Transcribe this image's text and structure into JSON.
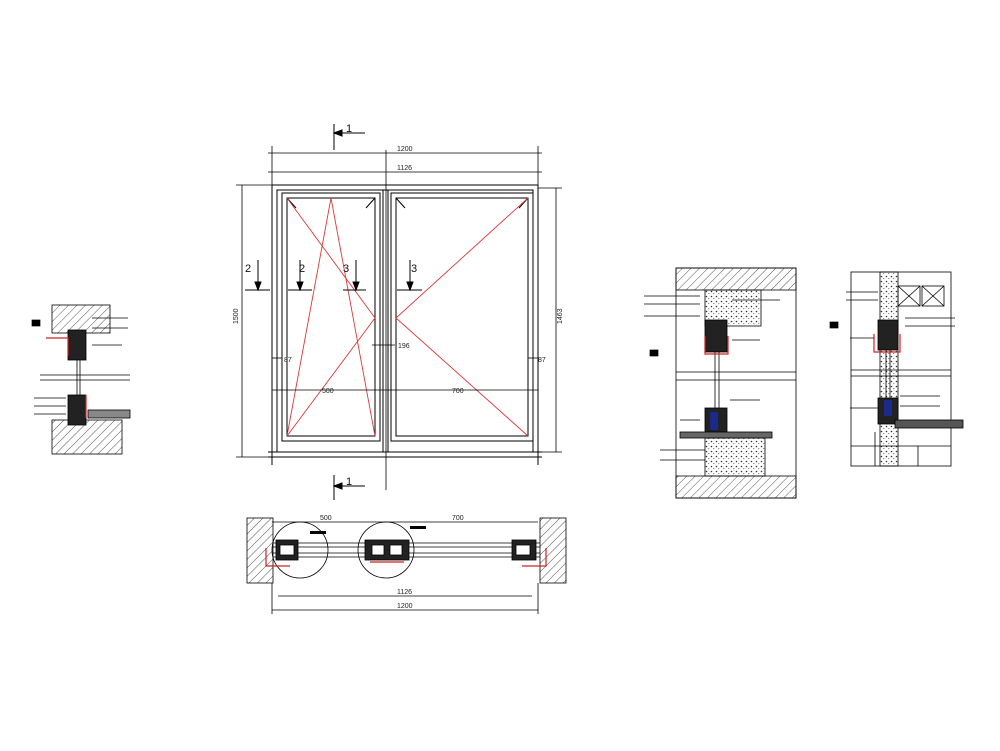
{
  "drawing": {
    "elevation": {
      "section_marks": {
        "top": "1",
        "bottom": "1",
        "left_outer": "2",
        "left_inner": "2",
        "mid_left": "3",
        "mid_right": "3"
      },
      "dims": {
        "overall_width": "1200",
        "frame_width": "1126",
        "overall_height": "1500",
        "frame_height": "1463",
        "left_side": "87",
        "mullion": "196",
        "right_side": "87",
        "left_sash": "500",
        "right_sash": "700"
      }
    },
    "plan": {
      "dims": {
        "left_sash": "500",
        "right_sash": "700",
        "frame_width": "1126",
        "overall_width": "1200"
      }
    },
    "colors": {
      "line": "#000000",
      "opening": "#d83a3a",
      "profile": "#d32020",
      "hatch": "#555555",
      "seal": "#1a2a8a"
    }
  }
}
